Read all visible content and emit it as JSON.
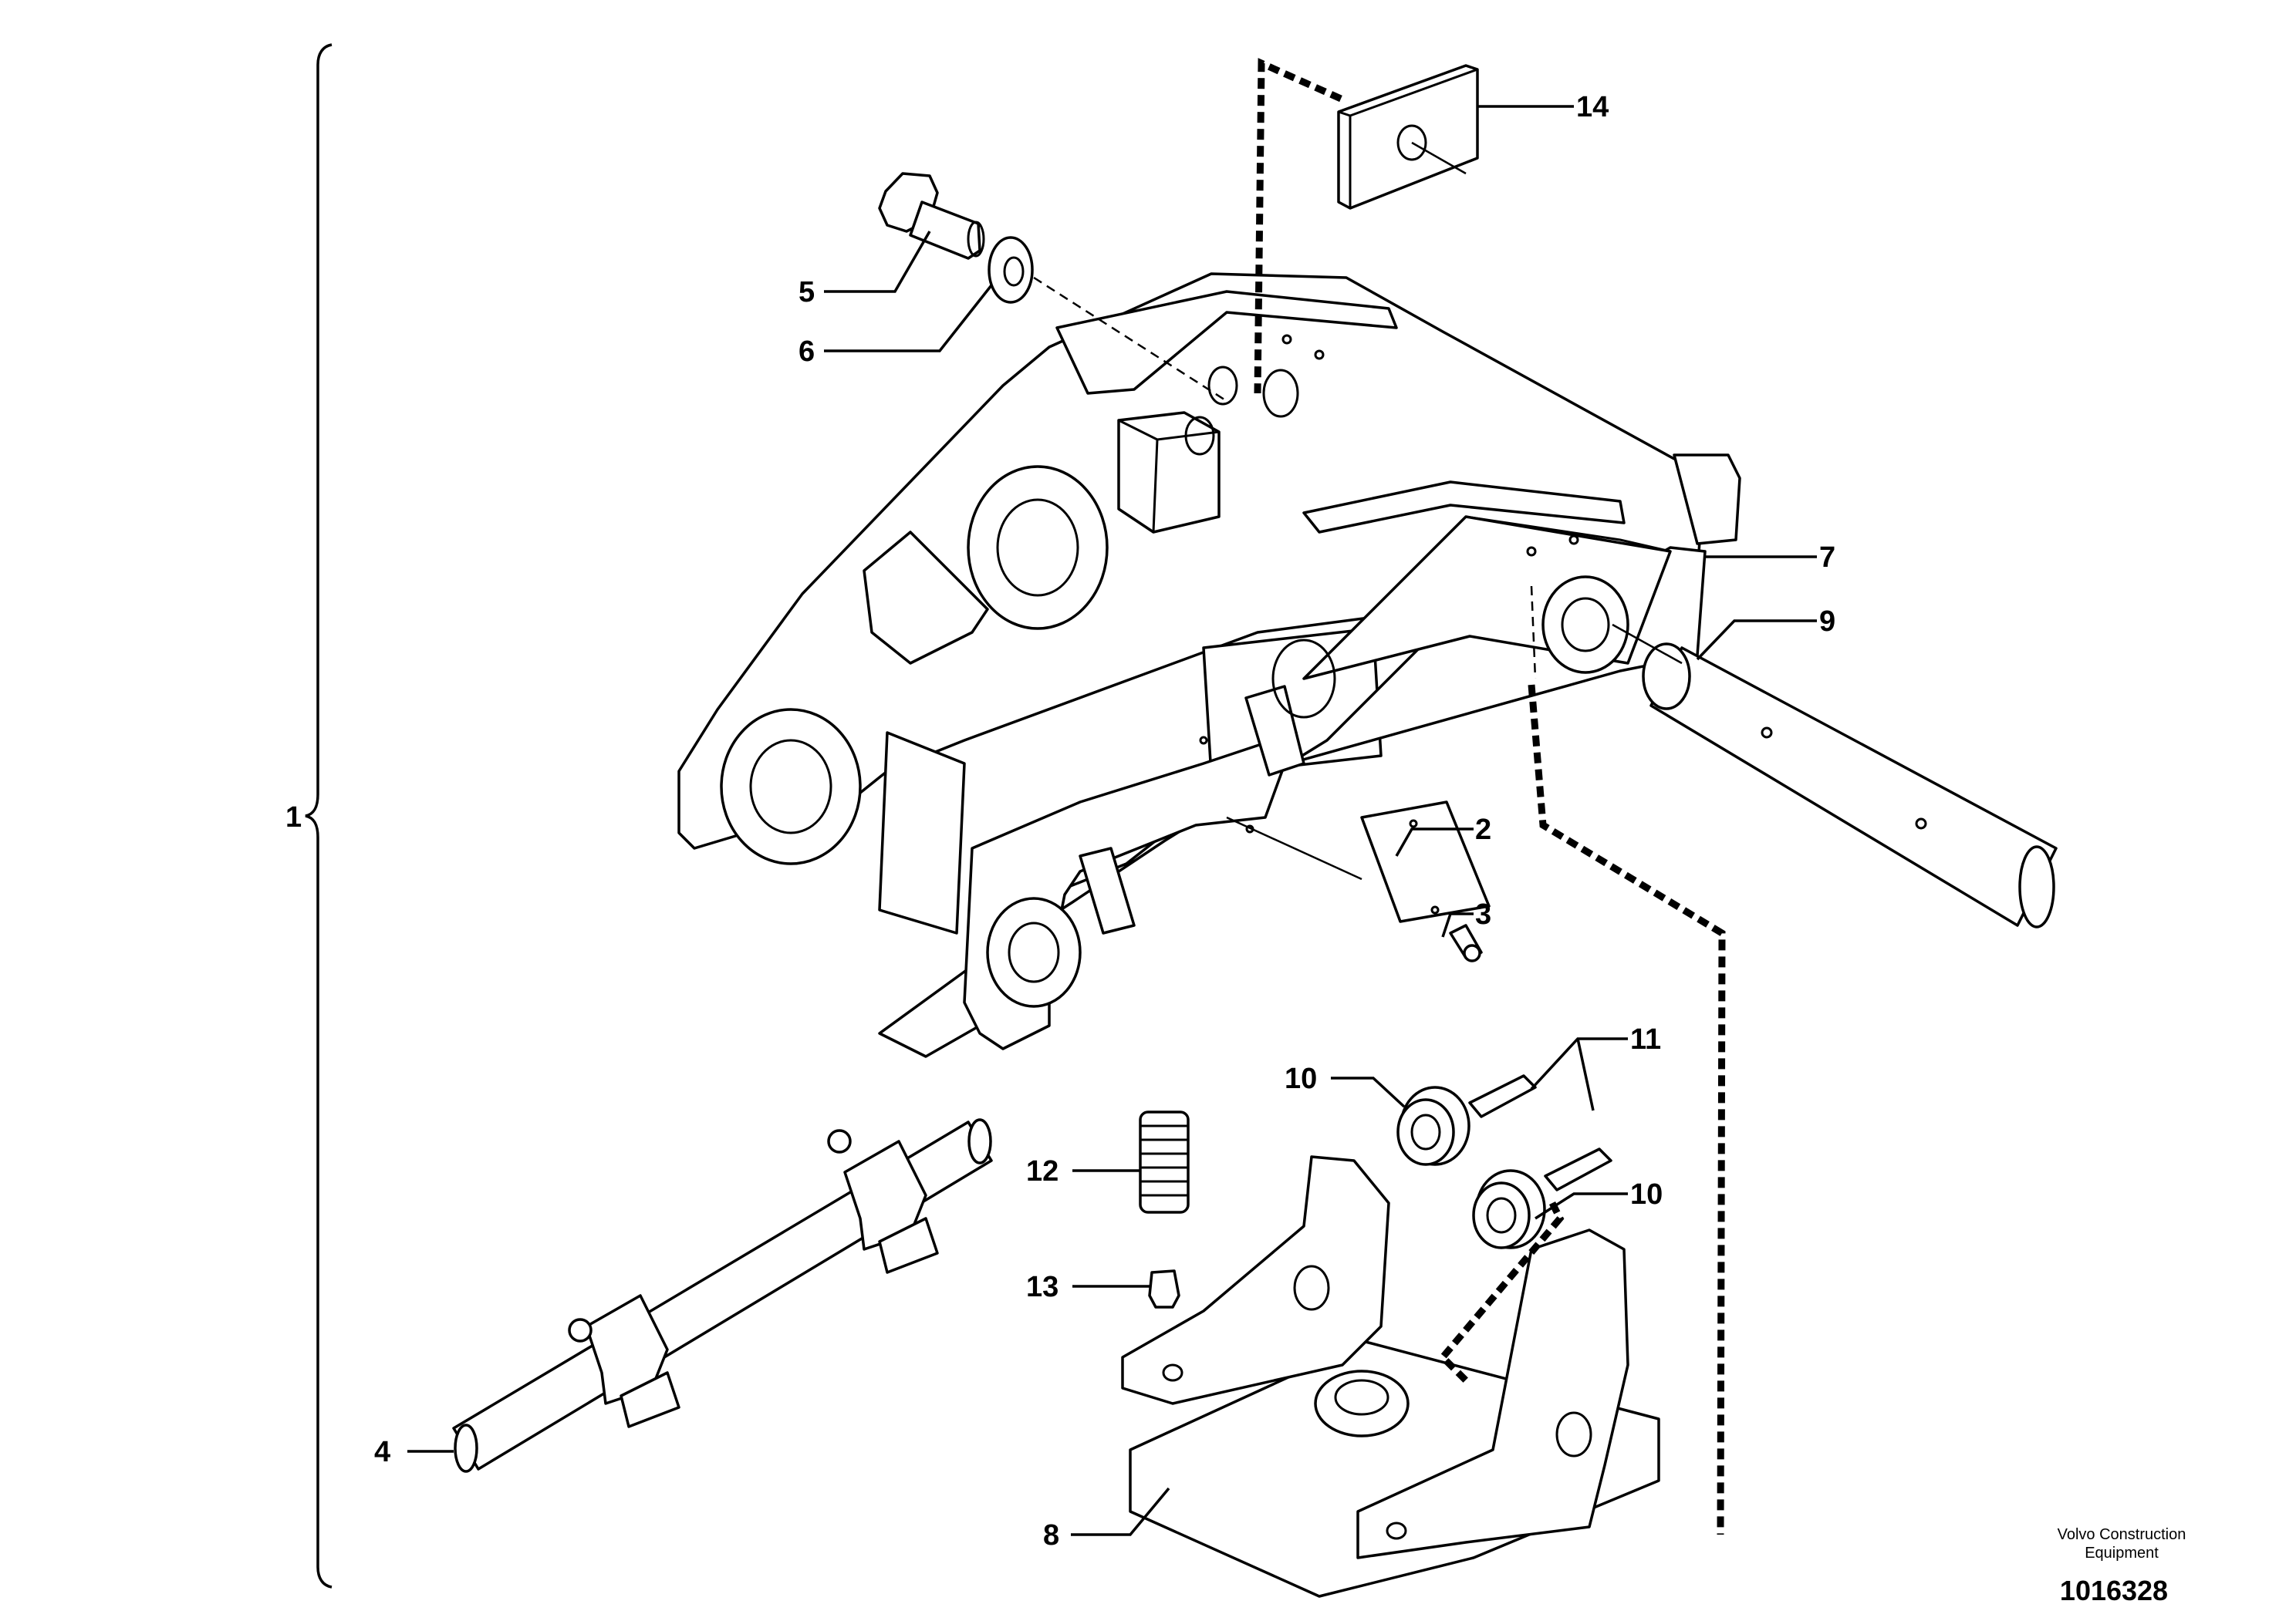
{
  "callouts": {
    "c1": "1",
    "c2": "2",
    "c3": "3",
    "c4": "4",
    "c5": "5",
    "c6": "6",
    "c7": "7",
    "c8": "8",
    "c9": "9",
    "c10a": "10",
    "c10b": "10",
    "c11": "11",
    "c12": "12",
    "c13": "13",
    "c14": "14"
  },
  "footer": {
    "company_line1": "Volvo Construction",
    "company_line2": "Equipment",
    "drawing_number": "1016328"
  }
}
